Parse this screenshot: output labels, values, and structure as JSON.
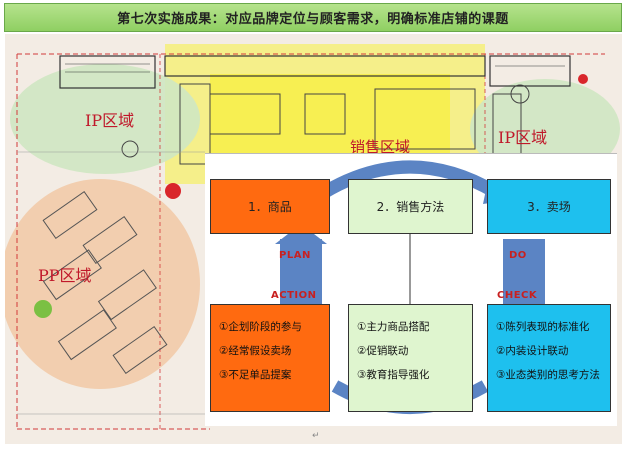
{
  "title": "第七次实施成果：对应品牌定位与顾客需求，明确标准店铺的课题",
  "zones": {
    "ip_left": "IP区域",
    "ip_right": "IP区域",
    "pp": "PP区域",
    "sales": "销售区域"
  },
  "columns": [
    {
      "head": "1．商品",
      "items": [
        "①企划阶段的参与",
        "②经常假设卖场",
        "③不足单品提案"
      ]
    },
    {
      "head": "2．销售方法",
      "items": [
        "①主力商品搭配",
        "②促销联动",
        "③教育指导强化"
      ]
    },
    {
      "head": "3．卖场",
      "items": [
        "①陈列表现的标准化",
        "②内装设计联动",
        "③业态类别的思考方法"
      ]
    }
  ],
  "cycle": {
    "plan": "PLAN",
    "do": "DO",
    "action": "ACTION",
    "check": "CHECK"
  },
  "colors": {
    "orange": "#ff6a10",
    "green": "#dff5cf",
    "cyan": "#1ec0ee",
    "arrow": "#5b84c4",
    "label": "#c82020"
  },
  "footnote": "↵"
}
